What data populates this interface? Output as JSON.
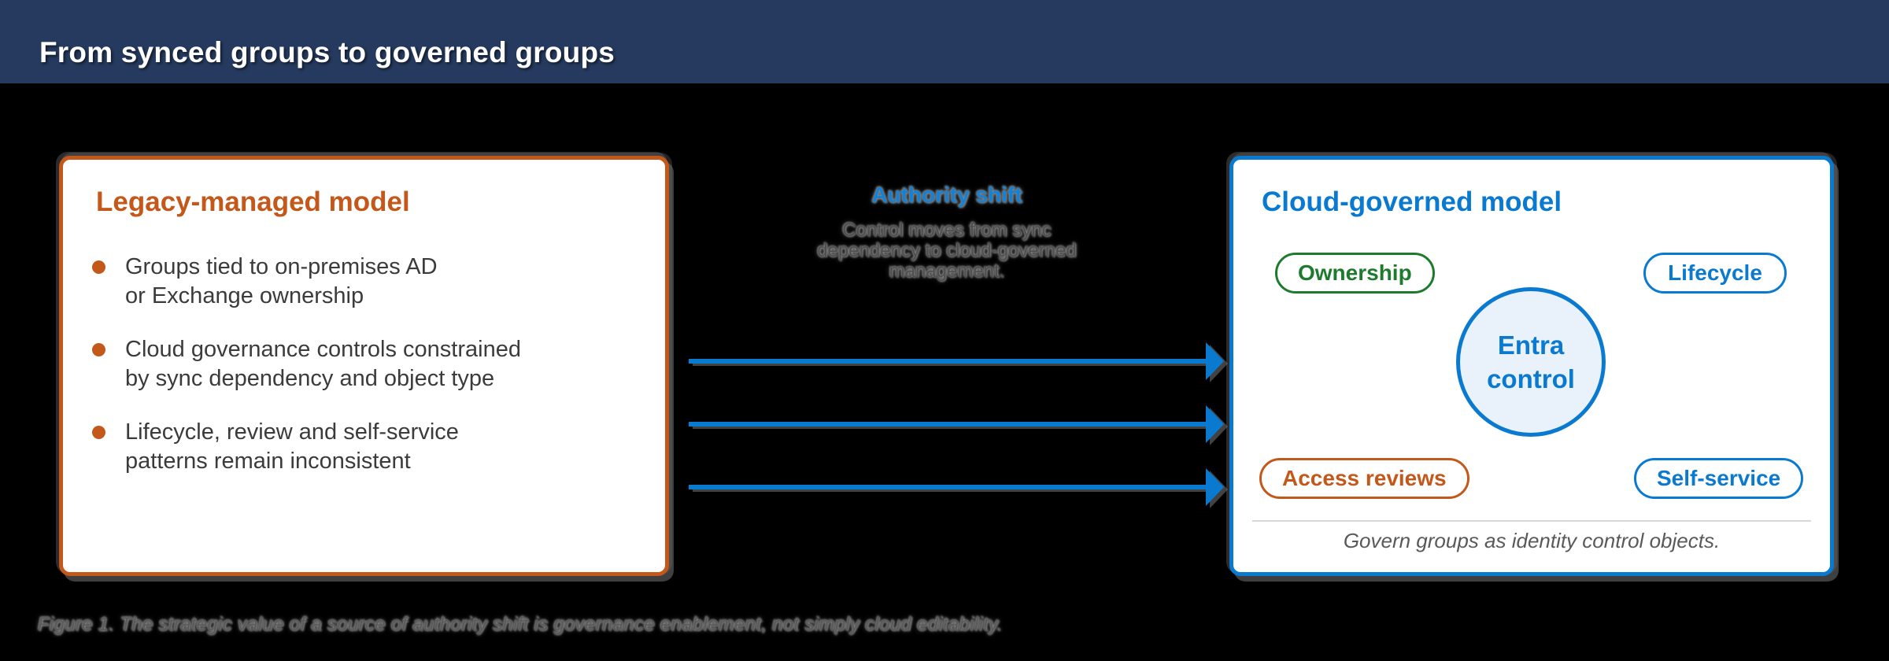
{
  "header": {
    "title": "From synced groups to governed groups"
  },
  "left_panel": {
    "title": "Legacy-managed model",
    "bullets": [
      "Groups tied to on-premises AD\nor Exchange ownership",
      "Cloud governance controls constrained\nby sync dependency and object type",
      "Lifecycle, review and self-service\npatterns remain inconsistent"
    ]
  },
  "middle": {
    "heading": "Authority shift",
    "body": "Control moves from sync\ndependency to cloud-governed\nmanagement.",
    "arrow_count": 3
  },
  "right_panel": {
    "title": "Cloud-governed model",
    "pills": [
      {
        "label": "Ownership",
        "color": "#1E7B2D",
        "position": "top-left"
      },
      {
        "label": "Lifecycle",
        "color": "#0A7AD1",
        "position": "top-right"
      },
      {
        "label": "Access reviews",
        "color": "#C4581A",
        "position": "bottom-left"
      },
      {
        "label": "Self-service",
        "color": "#0A7AD1",
        "position": "bottom-right"
      }
    ],
    "center_circle": {
      "label": "Entra\ncontrol"
    },
    "footnote": "Govern groups as identity control objects."
  },
  "caption": {
    "text": "Figure 1. The strategic value of a source of authority shift is governance enablement, not simply cloud editability."
  },
  "colors": {
    "header_bg": "#253A5E",
    "page_bg": "#000000",
    "accent_blue": "#0A7AD1",
    "accent_orange": "#C4581A",
    "accent_green": "#1E7B2D",
    "body_text": "#3B3B3B",
    "muted_text": "#595959",
    "circle_fill": "#E9F1FB"
  }
}
